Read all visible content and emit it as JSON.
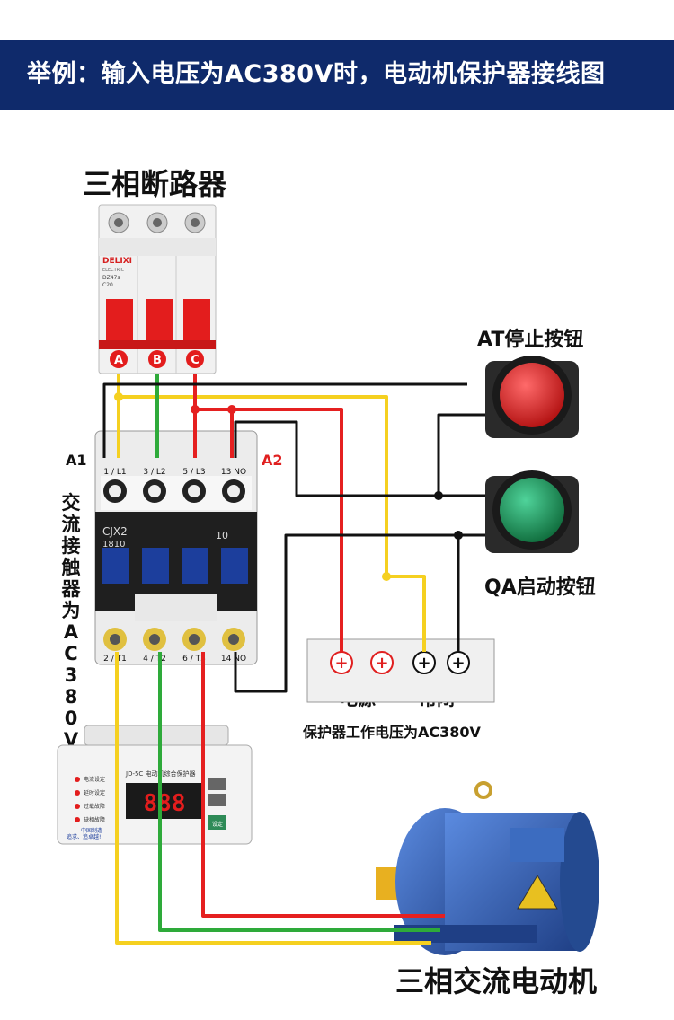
{
  "header": {
    "title": "举例：输入电压为AC380V时，电动机保护器接线图"
  },
  "labels": {
    "breaker": "三相断路器",
    "stop_button": "AT停止按钮",
    "start_button": "QA启动按钮",
    "contactor": "交流接触器为AC380V",
    "a1": "A1",
    "a2": "A2",
    "power": "电源",
    "nc": "常闭",
    "protector_voltage": "保护器工作电压为AC380V",
    "motor": "三相交流电动机"
  },
  "breaker": {
    "brand": "DELIXI",
    "brand_sub": "ELECTRIC",
    "model": "DZ47s",
    "rating": "C20",
    "phases": [
      "A",
      "B",
      "C"
    ]
  },
  "contactor": {
    "model": "CJX2",
    "model_num": "1810",
    "aux": "10",
    "top_terminals": [
      "1 / L1",
      "3 / L2",
      "5 / L3",
      "13 NO"
    ],
    "bottom_terminals": [
      "2 / T1",
      "4 / T2",
      "6 / T3",
      "14 NO"
    ]
  },
  "protector": {
    "name": "JD-5C 电动机综合保护器",
    "display": "888",
    "indicators": [
      "电流设定",
      "延时设定",
      "过载故障",
      "缺相故障"
    ],
    "set_label": "设定",
    "slogan": "追求、追卓越!",
    "brand": "中国制造"
  },
  "colors": {
    "banner": "#0f2a6b",
    "wire_yellow": "#f5d020",
    "wire_green": "#2eaa3a",
    "wire_red": "#e52020",
    "wire_black": "#111111",
    "stop": "#d81e1e",
    "start": "#1c8a4e",
    "motor": "#2f5fb0"
  }
}
